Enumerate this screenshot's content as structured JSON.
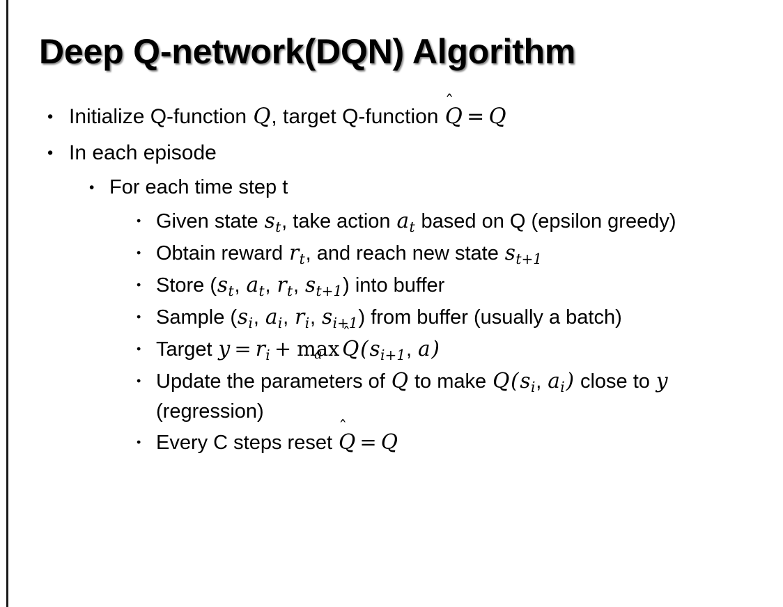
{
  "slide": {
    "title": "Deep Q-network(DQN) Algorithm",
    "background_color": "#ffffff",
    "text_color": "#000000",
    "accent_rule_color": "#1a1a1a",
    "bullet_glyph": "•"
  },
  "bullets": {
    "b1": {
      "level": 1,
      "text_plain": "Initialize Q-function Q, target Q-function Q̂ = Q",
      "segments": {
        "lead": "Initialize Q-function ",
        "math_Q": "Q",
        "mid": ", target Q-function ",
        "hat_Q": "Q",
        "hat_mark": "̂",
        "equals": "=",
        "tail_Q": "Q"
      }
    },
    "b2": {
      "level": 1,
      "text_plain": "In each episode"
    },
    "b3": {
      "level": 2,
      "text_plain": "For each time step t"
    },
    "b4": {
      "level": 3,
      "text_plain": "Given state sₜ, take action aₜ based on Q (epsilon greedy)",
      "segments": {
        "lead": "Given state ",
        "s": "s",
        "s_sub": "t",
        "mid": ", take action ",
        "a": "a",
        "a_sub": "t",
        "tail": " based on Q (epsilon greedy)"
      }
    },
    "b5": {
      "level": 3,
      "text_plain": "Obtain reward rₜ, and reach new state sₜ₊₁",
      "segments": {
        "lead": "Obtain reward ",
        "r": "r",
        "r_sub": "t",
        "mid": ", and reach new state ",
        "s": "s",
        "s_sub": "t+1"
      }
    },
    "b6": {
      "level": 3,
      "text_plain": "Store (sₜ, aₜ, rₜ, sₜ₊₁) into buffer",
      "segments": {
        "lead": "Store (",
        "s": "s",
        "s_sub": "t",
        "c1": ", ",
        "a": "a",
        "a_sub": "t",
        "c2": ", ",
        "r": "r",
        "r_sub": "t",
        "c3": ", ",
        "s2": "s",
        "s2_sub": "t+1",
        "tail": ") into buffer"
      }
    },
    "b7": {
      "level": 3,
      "text_plain": "Sample (sᵢ, aᵢ, rᵢ, sᵢ₊₁) from buffer (usually a batch)",
      "segments": {
        "lead": "Sample (",
        "s": "s",
        "s_sub": "i",
        "c1": ", ",
        "a": "a",
        "a_sub": "i",
        "c2": ", ",
        "r": "r",
        "r_sub": "i",
        "c3": ", ",
        "s2": "s",
        "s2_sub": "i+1",
        "tail": ") from buffer (usually a batch)"
      }
    },
    "b8": {
      "level": 3,
      "text_plain": "Target y = rᵢ + maxₐ Q̂(sᵢ₊₁, a)",
      "segments": {
        "lead": "Target ",
        "y": "y",
        "equals": "=",
        "r": "r",
        "r_sub": "i",
        "plus": "+",
        "max": "max",
        "max_under": "a",
        "hat_Q": "Q",
        "hat_mark": "̂",
        "paren_open": "(",
        "s": "s",
        "s_sub": "i+1",
        "comma": ", ",
        "a": "a",
        "paren_close": ")"
      }
    },
    "b9": {
      "level": 3,
      "text_plain": "Update the parameters of Q to make Q(sᵢ, aᵢ) close to y (regression)",
      "segments": {
        "lead": "Update the parameters of ",
        "Q1": "Q",
        "mid": " to make ",
        "Q2": "Q",
        "paren_open": "(",
        "s": "s",
        "s_sub": "i",
        "comma": ", ",
        "a": "a",
        "a_sub": "i",
        "paren_close": ")",
        "tail": " close to ",
        "y": "y",
        "tail2": " (regression)"
      }
    },
    "b10": {
      "level": 3,
      "text_plain": "Every C steps reset Q̂ = Q",
      "segments": {
        "lead": "Every C steps reset ",
        "hat_Q": "Q",
        "hat_mark": "̂",
        "equals": "=",
        "tail_Q": "Q"
      }
    }
  }
}
